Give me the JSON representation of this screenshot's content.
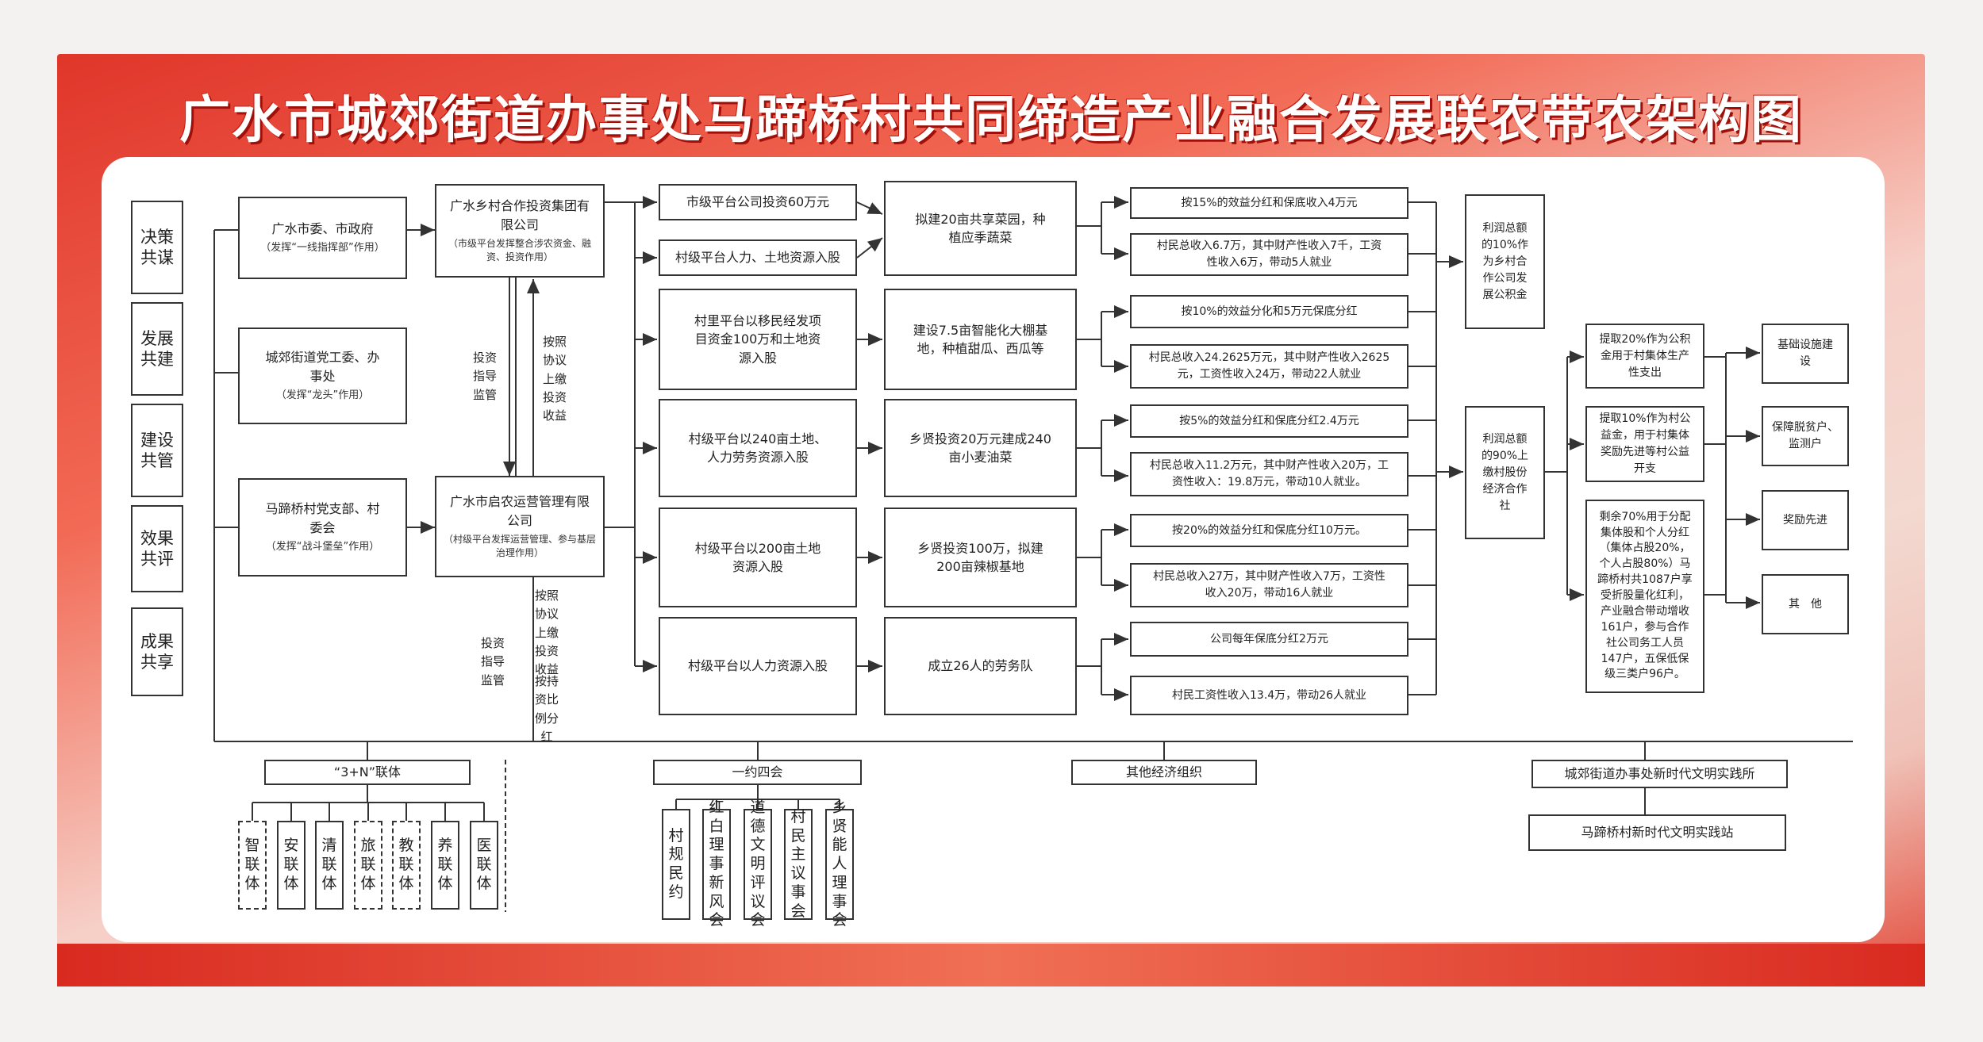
{
  "title": "广水市城郊街道办事处马蹄桥村共同缔造产业融合发展联农带农架构图",
  "left_column": [
    "决策共谋",
    "发展共建",
    "建设共管",
    "效果共评",
    "成果共享"
  ],
  "leaders": [
    {
      "name": "广水市委、市政府",
      "note": "（发挥“一线指挥部”作用）"
    },
    {
      "name": "城郊街道党工委、办事处",
      "note": "（发挥“龙头”作用）"
    },
    {
      "name": "马蹄桥村党支部、村委会",
      "note": "（发挥“战斗堡垒”作用）"
    }
  ],
  "companies": [
    {
      "name": "广水乡村合作投资集团有限公司",
      "note": "（市级平台发挥整合涉农资金、融资、投资作用）"
    },
    {
      "name": "广水市启农运营管理有限公司",
      "note": "（村级平台发挥运营管理、参与基层治理作用）"
    }
  ],
  "arrows": {
    "guide1": "投资指导监管",
    "profit1": "按照协议上缴投资收益",
    "guide2": "投资指导监管",
    "profit2": "按照协议上缴投资收益",
    "ratio": "按持资比例分红"
  },
  "inputs": [
    "市级平台公司投资60万元",
    "村级平台人力、土地资源入股",
    "村里平台以移民经发项目资金100万和土地资源入股",
    "村级平台以240亩土地、人力劳务资源入股",
    "村级平台以200亩土地资源入股",
    "村级平台以人力资源入股"
  ],
  "projects": [
    "拟建20亩共享菜园，种植应季蔬菜",
    "建设7.5亩智能化大棚基地，种植甜瓜、西瓜等",
    "乡贤投资20万元建成240亩小麦油菜",
    "乡贤投资100万，拟建200亩辣椒基地",
    "成立26人的劳务队"
  ],
  "outputs": [
    "按15%的效益分红和保底收入4万元",
    "村民总收入6.7万，其中财产性收入7千，工资性收入6万，带动5人就业",
    "按10%的效益分化和5万元保底分红",
    "村民总收入24.2625万元，其中财产性收入2625元，工资性收入24万，带动22人就业",
    "按5%的效益分红和保底分红2.4万元",
    "村民总收入11.2万元，其中财产性收入20万，工资性收入：19.8万元，带动10人就业。",
    "按20%的效益分红和保底分红10万元。",
    "村民总收入27万，其中财产性收入7万，工资性收入20万，带动16人就业",
    "公司每年保底分红2万元",
    "村民工资性收入13.4万，带动26人就业"
  ],
  "profit_split": [
    "利润总额的10%作为乡村合作公司发展公积金",
    "利润总额的90%上缴村股份经济合作社"
  ],
  "distribution": [
    "提取20%作为公积金用于村集体生产性支出",
    "提取10%作为村公益金，用于村集体奖励先进等村公益开支",
    "剩余70%用于分配集体股和个人分红（集体占股20%，个人占股80%）马蹄桥村共1087户享受折股量化红利，产业融合带动增收161户，参与合作社公司务工人员147户，五保低保级三类户96户。"
  ],
  "uses": [
    "基础设施建设",
    "保障脱贫户、监测户",
    "奖励先进",
    "其　他"
  ],
  "bottom": {
    "group1": {
      "title": "“3+N”联体",
      "items": [
        "智联体",
        "安联体",
        "清联体",
        "旅联体",
        "教联体",
        "养联体",
        "医联体"
      ]
    },
    "group2": {
      "title": "一约四会",
      "items": [
        "村规民约",
        "红白理事新风会",
        "道德文明评议会",
        "村民主议事会",
        "乡贤能人理事会"
      ]
    },
    "group3": {
      "title": "其他经济组织"
    },
    "group4": {
      "title": "城郊街道办事处新时代文明实践所",
      "sub": "马蹄桥村新时代文明实践站"
    }
  }
}
